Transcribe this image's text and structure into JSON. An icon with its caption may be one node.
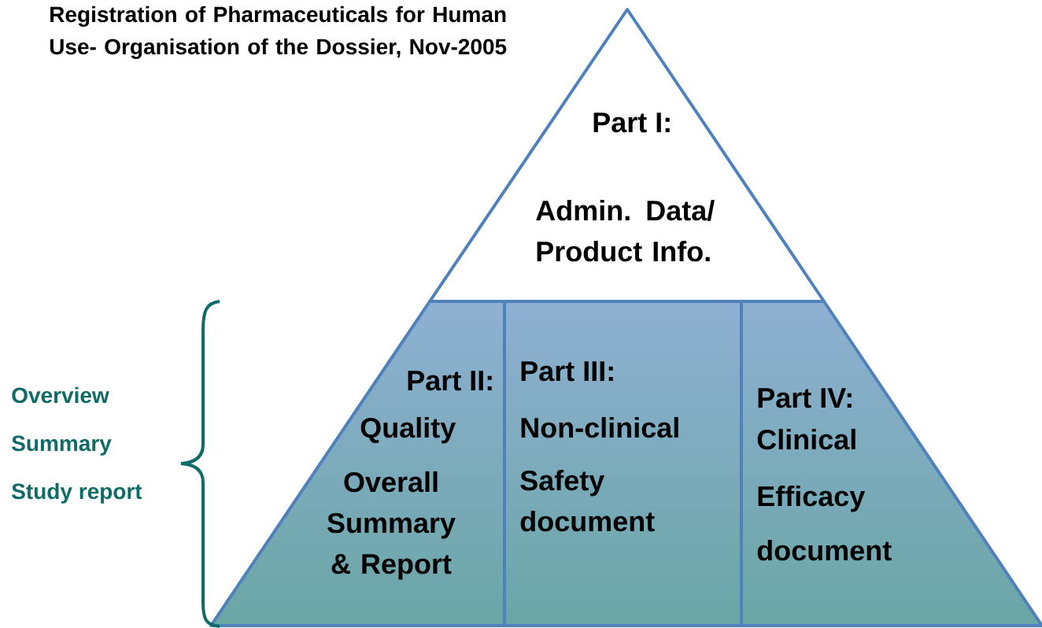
{
  "diagram": {
    "title": "Registration of Pharmaceuticals for Human Use- Organisation of the Dossier, Nov-2005",
    "nodes": [
      {
        "text": [
          "Part I:",
          "Admin. Data/ Product Info."
        ]
      },
      {
        "text": [
          "Part II:",
          "Quality",
          "Overall Summary & Report"
        ]
      },
      {
        "text": [
          "Part III:",
          "Non-clinical",
          "Safety document"
        ]
      },
      {
        "text": [
          "Part IV:",
          "Clinical",
          "Efficacy",
          "document"
        ]
      }
    ],
    "labels": [
      "Overview",
      "Summary",
      "Study report"
    ]
  }
}
